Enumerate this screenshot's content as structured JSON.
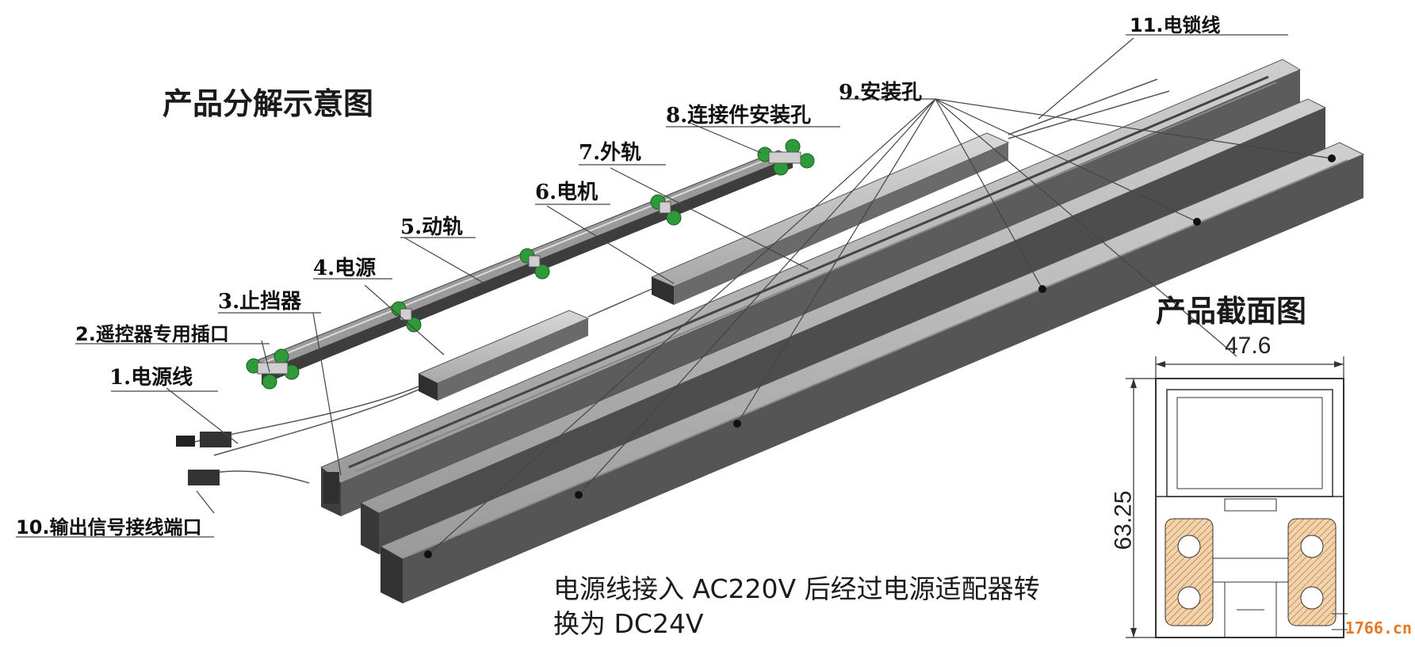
{
  "titles": {
    "exploded": "产品分解示意图",
    "section": "产品截面图"
  },
  "labels": {
    "l1": "1.电源线",
    "l2": "2.遥控器专用插口",
    "l3": "3.止挡器",
    "l4": "4.电源",
    "l5": "5.动轨",
    "l6": "6.电机",
    "l7": "7.外轨",
    "l8": "8.连接件安装孔",
    "l9": "9.安装孔",
    "l10": "10.输出信号接线端口",
    "l11": "11.电锁线"
  },
  "dimensions": {
    "width": "47.6",
    "height": "63.25"
  },
  "caption": {
    "line1": "电源线接入 AC220V 后经过电源适配器转",
    "line2": "换为 DC24V"
  },
  "watermark": "1766.cn",
  "colors": {
    "rail_dark": "#4a4a4a",
    "rail_mid": "#7a7a7a",
    "rail_light": "#b9b9b9",
    "wheel_green": "#2e9a3a",
    "section_hatch": "#e7b98a"
  }
}
